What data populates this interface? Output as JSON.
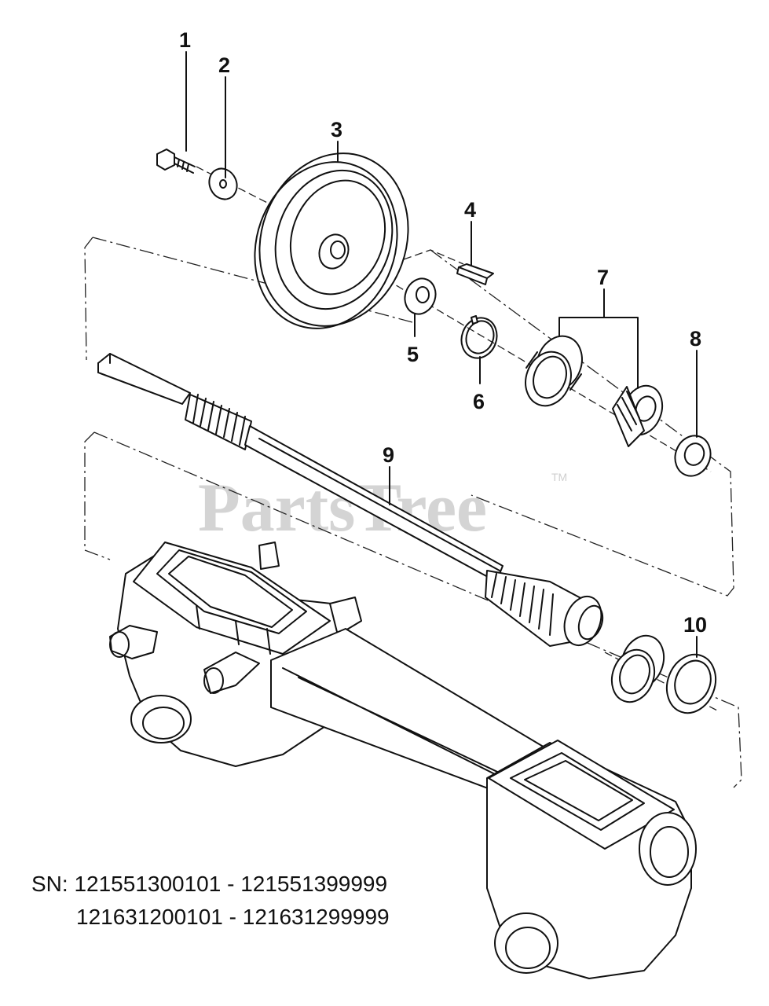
{
  "watermark": {
    "text": "PartsTree",
    "trademark": "TM"
  },
  "callouts": [
    {
      "number": "1"
    },
    {
      "number": "2"
    },
    {
      "number": "3"
    },
    {
      "number": "4"
    },
    {
      "number": "5"
    },
    {
      "number": "6"
    },
    {
      "number": "7"
    },
    {
      "number": "8"
    },
    {
      "number": "9"
    },
    {
      "number": "10"
    }
  ],
  "serial_ranges": {
    "line1": "SN: 121551300101 - 121551399999",
    "line2": "121631200101 - 121631299999"
  }
}
